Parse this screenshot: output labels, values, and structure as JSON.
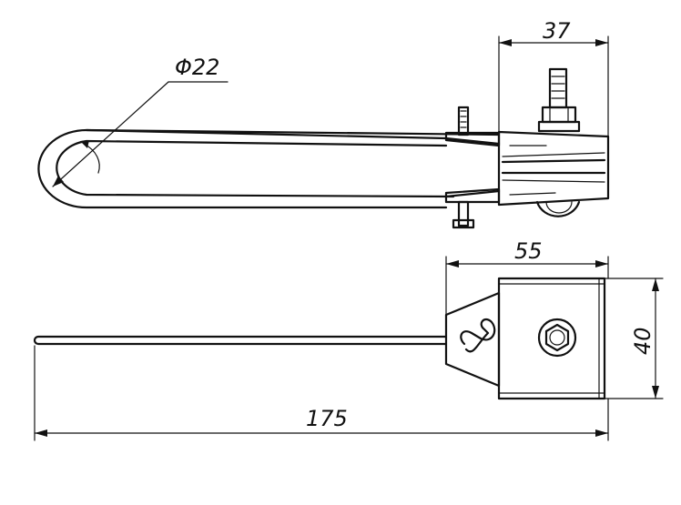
{
  "dimensions": {
    "diameter": "Φ22",
    "top_width": "37",
    "head_width": "55",
    "head_height": "40",
    "total_length": "175"
  },
  "colors": {
    "line": "#111111",
    "background": "#ffffff"
  }
}
